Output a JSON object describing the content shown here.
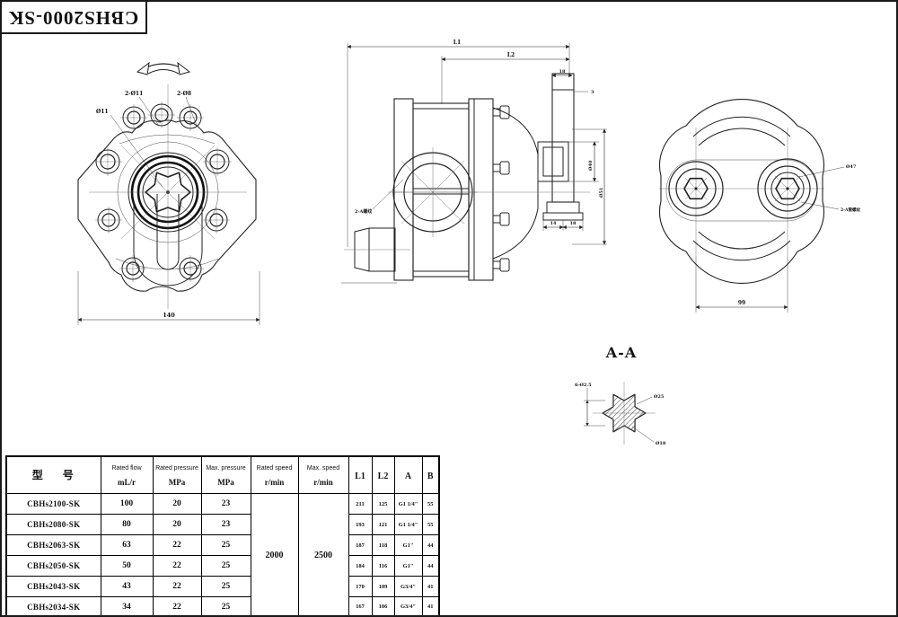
{
  "sheet": {
    "title": "CBHS2000-SK"
  },
  "colors": {
    "ink": "#1a1a1a",
    "paper": "#ffffff"
  },
  "views": {
    "front": {
      "labels": {
        "holes_a": "2-Ø11",
        "holes_b": "2-Ø8",
        "shaft": "Ø11",
        "width": "140"
      }
    },
    "side": {
      "labels": {
        "l1": "L1",
        "l2": "L2",
        "plate_w": "18",
        "plate_t": "3",
        "port": "2-A螺纹",
        "dia_inner": "Ø40",
        "dia_outer": "Ø51",
        "foot_a": "14",
        "foot_b": "18"
      }
    },
    "rear": {
      "labels": {
        "dia": "Ø47",
        "thread": "2-A管螺纹",
        "span": "99"
      }
    },
    "section": {
      "title": "A-A",
      "labels": {
        "spline": "6-Ø2.5",
        "dia_a": "Ø25",
        "dia_b": "Ø18"
      }
    }
  },
  "table": {
    "headers": [
      {
        "line1": "",
        "line2": "型    号"
      },
      {
        "line1": "Rated flow",
        "line2": "mL/r"
      },
      {
        "line1": "Rated pressure",
        "line2": "MPa"
      },
      {
        "line1": "Max. pressure",
        "line2": "MPa"
      },
      {
        "line1": "Rated speed",
        "line2": "r/min"
      },
      {
        "line1": "Max. speed",
        "line2": "r/min"
      },
      {
        "line1": "",
        "line2": "L1"
      },
      {
        "line1": "",
        "line2": "L2"
      },
      {
        "line1": "",
        "line2": "A"
      },
      {
        "line1": "",
        "line2": "B"
      }
    ],
    "rated_speed": "2000",
    "max_speed": "2500",
    "rows": [
      {
        "model": "CBHs2100-SK",
        "flow": "100",
        "rated_pressure": "20",
        "max_pressure": "23",
        "l1": "211",
        "l2": "125",
        "a": "G1 1/4\"",
        "b": "55"
      },
      {
        "model": "CBHs2080-SK",
        "flow": "80",
        "rated_pressure": "20",
        "max_pressure": "23",
        "l1": "193",
        "l2": "121",
        "a": "G1 1/4\"",
        "b": "55"
      },
      {
        "model": "CBHs2063-SK",
        "flow": "63",
        "rated_pressure": "22",
        "max_pressure": "25",
        "l1": "187",
        "l2": "118",
        "a": "G1\"",
        "b": "44"
      },
      {
        "model": "CBHs2050-SK",
        "flow": "50",
        "rated_pressure": "22",
        "max_pressure": "25",
        "l1": "184",
        "l2": "116",
        "a": "G1\"",
        "b": "44"
      },
      {
        "model": "CBHs2043-SK",
        "flow": "43",
        "rated_pressure": "22",
        "max_pressure": "25",
        "l1": "170",
        "l2": "109",
        "a": "G3/4\"",
        "b": "41"
      },
      {
        "model": "CBHs2034-SK",
        "flow": "34",
        "rated_pressure": "22",
        "max_pressure": "25",
        "l1": "167",
        "l2": "106",
        "a": "G3/4\"",
        "b": "41"
      }
    ]
  }
}
